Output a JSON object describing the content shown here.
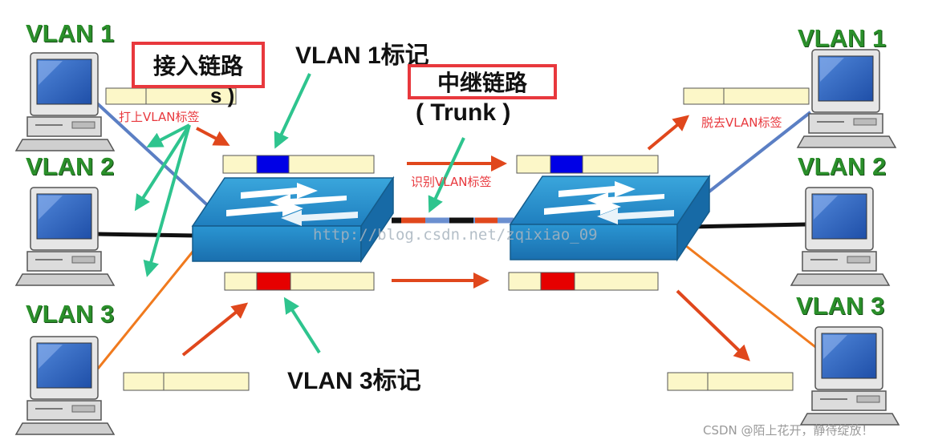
{
  "vlans": {
    "left_top": "VLAN 1",
    "left_mid": "VLAN 2",
    "left_bot": "VLAN 3",
    "right_top": "VLAN 1",
    "right_mid": "VLAN 2",
    "right_bot": "VLAN 3"
  },
  "labels": {
    "vlan1_tag": "VLAN 1标记",
    "vlan3_tag": "VLAN 3标记",
    "access_link": "接入链路",
    "access_link_hidden_suffix": "s )",
    "trunk_link": "中继链路",
    "trunk_en": "( Trunk )"
  },
  "notes": {
    "add_tag": "打上VLAN标签",
    "identify_tag": "识别VLAN标签",
    "remove_tag": "脱去VLAN标签"
  },
  "watermark": "http://blog.csdn.net/zqixiao_09",
  "credit": "CSDN @陌上花开，静待绽放！",
  "colors": {
    "vlan1_tag": "#0000e6",
    "vlan3_tag": "#e60000",
    "frame_fill": "#fcf7c8",
    "switch_blue": "#1e8cc8",
    "arrow_red": "#e0471c",
    "arrow_green": "#2ec48e",
    "vlan_text": "#2a8f2a",
    "highlight_box": "#e8383d"
  }
}
